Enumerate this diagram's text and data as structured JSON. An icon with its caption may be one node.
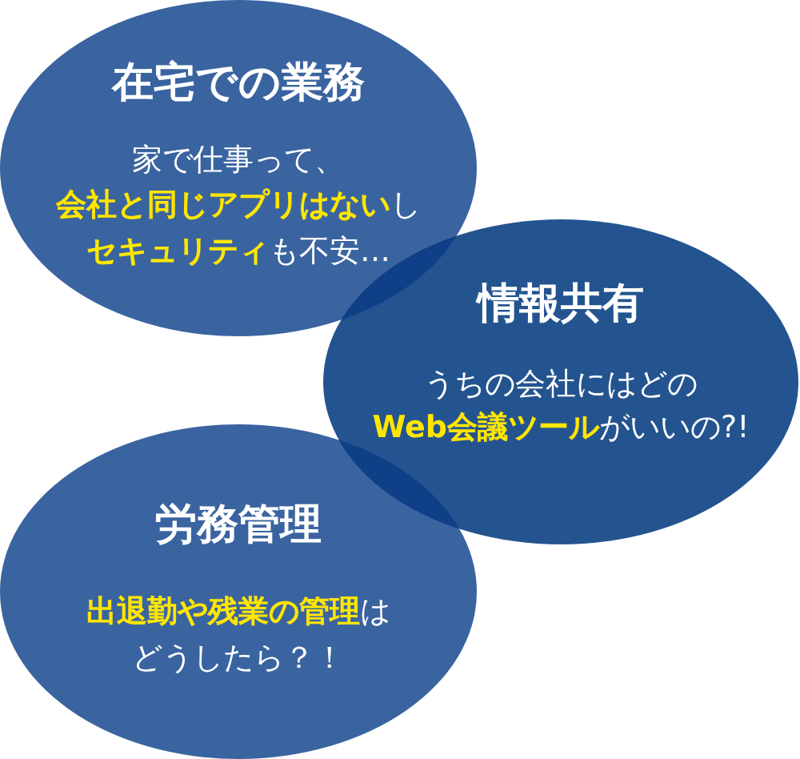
{
  "diagram": {
    "nodes": [
      {
        "text": [
          "在宅での業務",
          "家で仕事って、**会社と同じアプリはない**し**セキュリティ**も不安…"
        ]
      },
      {
        "text": [
          "情報共有",
          "うちの会社にはどの**Web会議ツール**がいいの?!"
        ]
      },
      {
        "text": [
          "労務管理",
          "**出退勤や残業の管理**はどうしたら？！"
        ]
      }
    ]
  }
}
